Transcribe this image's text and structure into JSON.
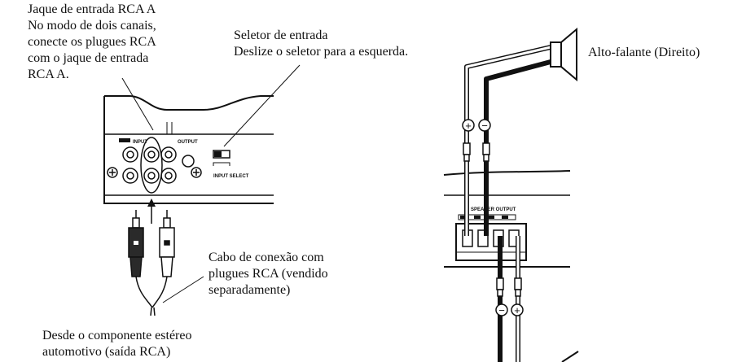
{
  "labels": {
    "rca_jack": [
      "Jaque de entrada RCA A",
      "No modo de dois canais,",
      "conecte os plugues RCA",
      "com o jaque de entrada",
      "RCA A."
    ],
    "input_selector": [
      "Seletor de entrada",
      "Deslize o seletor para a esquerda."
    ],
    "speaker_right": "Alto-falante (Direito)",
    "cable": [
      "Cabo de conexão com",
      "plugues RCA (vendido",
      "separadamente)"
    ],
    "source": [
      "Desde o componente estéreo",
      "automotivo (saída RCA)"
    ]
  },
  "panel": {
    "input": "INPUT",
    "output": "OUTPUT",
    "input_select": "INPUT SELECT",
    "speaker_output": "SPEAKER OUTPUT"
  },
  "symbols": {
    "plus": "+",
    "minus": "−"
  }
}
